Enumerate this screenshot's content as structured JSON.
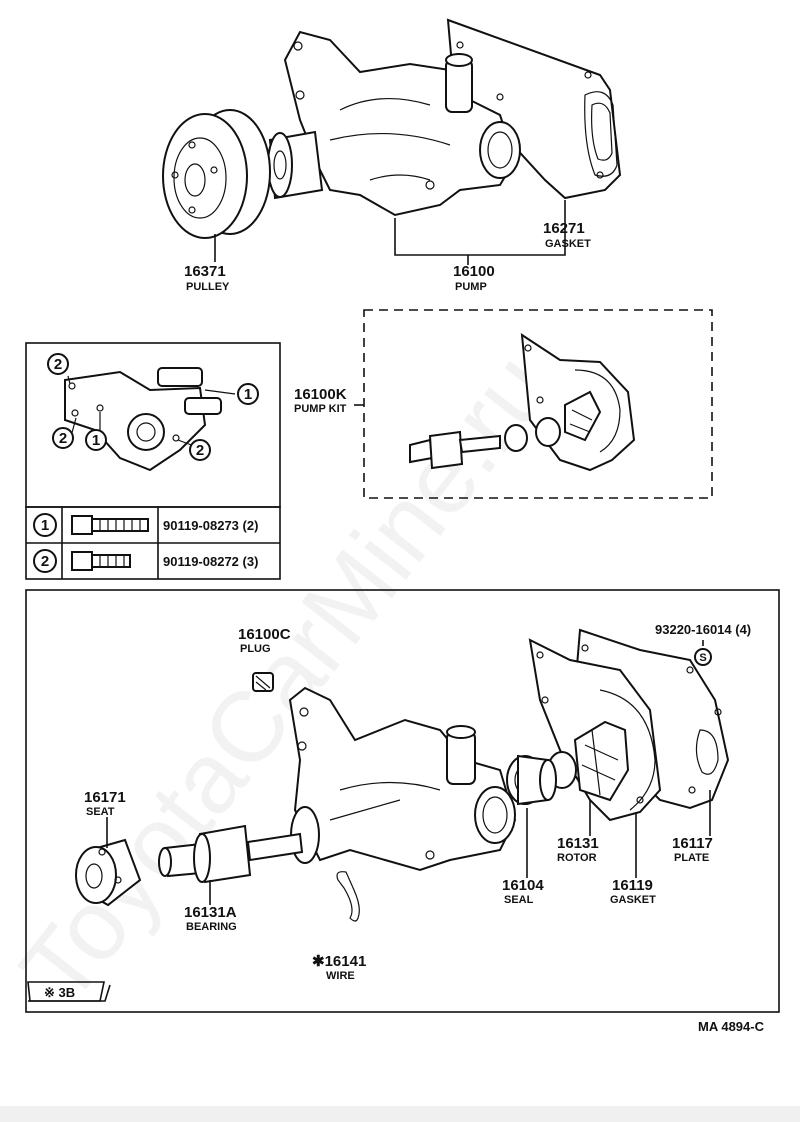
{
  "watermark": "ToyotaCarMine.ru",
  "drawing_code": "MA 4894-C",
  "section_note": "※ 3B",
  "callouts": {
    "gasket_top": {
      "number": "16271",
      "name": "GASKET"
    },
    "pulley": {
      "number": "16371",
      "name": "PULLEY"
    },
    "pump": {
      "number": "16100",
      "name": "PUMP"
    },
    "pump_kit": {
      "number": "16100K",
      "name": "PUMP KIT"
    },
    "plug": {
      "number": "16100C",
      "name": "PLUG"
    },
    "bolt_s": {
      "number": "93220-16014 (4)",
      "marker": "S"
    },
    "seat": {
      "number": "16171",
      "name": "SEAT"
    },
    "bearing": {
      "number": "16131A",
      "name": "BEARING"
    },
    "wire": {
      "number": "✱16141",
      "name": "WIRE"
    },
    "seal": {
      "number": "16104",
      "name": "SEAL"
    },
    "rotor": {
      "number": "16131",
      "name": "ROTOR"
    },
    "gasket_bottom": {
      "number": "16119",
      "name": "GASKET"
    },
    "plate": {
      "number": "16117",
      "name": "PLATE"
    }
  },
  "bolt_table": {
    "markers": [
      "1",
      "2"
    ],
    "rows": [
      {
        "marker": "1",
        "part": "90119-08273 (2)"
      },
      {
        "marker": "2",
        "part": "90119-08272 (3)"
      }
    ]
  }
}
